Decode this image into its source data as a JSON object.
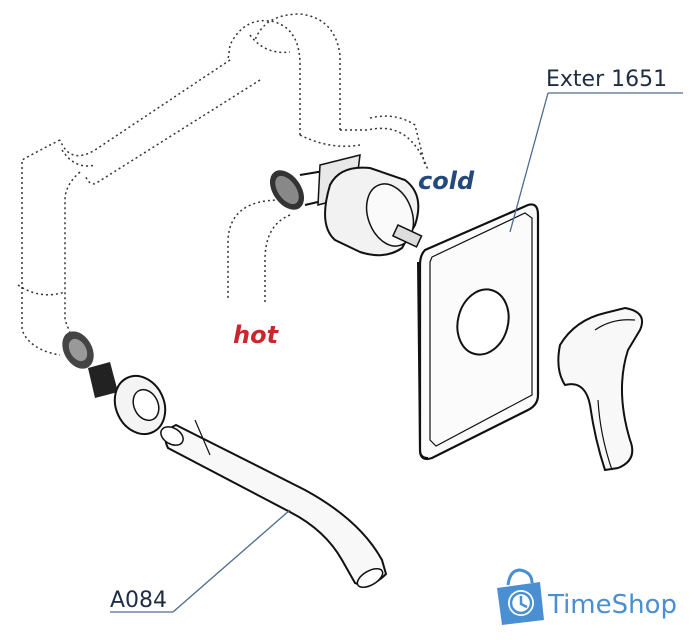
{
  "labels": {
    "exter": "Exter 1651",
    "a084": "A084",
    "cold": "cold",
    "hot": "hot"
  },
  "brand": {
    "name": "TimeShop",
    "color": "#4a8fd2"
  },
  "colors": {
    "cold": "#23497e",
    "hot": "#c8282d",
    "callout": "#1f2d44"
  },
  "icons": [
    "shopping-bag-clock-icon"
  ]
}
